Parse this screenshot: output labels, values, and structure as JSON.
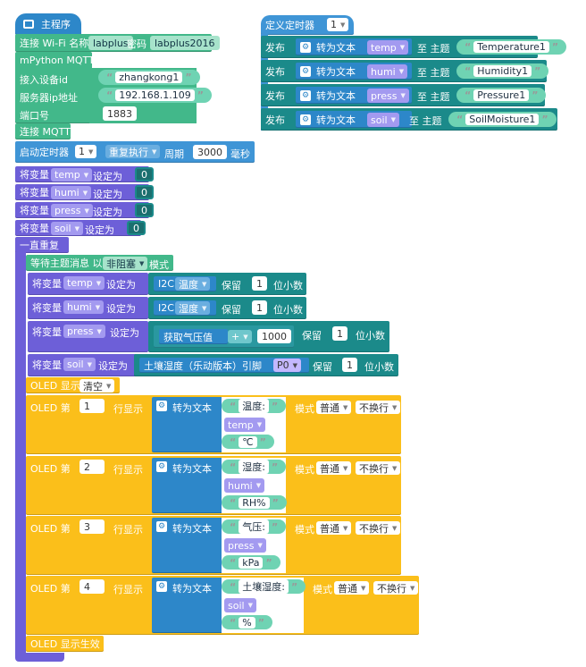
{
  "main": {
    "title": "主程序",
    "icon": "program-icon"
  },
  "wifi": {
    "label1": "连接 Wi-Fi 名称",
    "ssid": "labplus",
    "label2": "密码",
    "pwd": "labplus2016"
  },
  "mqtt": {
    "title": "mPython MQTT",
    "client_label": "接入设备id",
    "client_id": "zhangkong1",
    "server_label": "服务器ip地址",
    "server_ip": "192.168.1.109",
    "port_label": "端口号",
    "port": "1883",
    "connect": "连接 MQTT"
  },
  "timer": {
    "label": "启动定时器",
    "id": "1",
    "mode": "重复执行",
    "period_label": "周期",
    "period": "3000",
    "unit": "毫秒"
  },
  "vars": [
    {
      "set": "将变量",
      "name": "temp",
      "to": "设定为",
      "val": "0"
    },
    {
      "set": "将变量",
      "name": "humi",
      "to": "设定为",
      "val": "0"
    },
    {
      "set": "将变量",
      "name": "press",
      "to": "设定为",
      "val": "0"
    },
    {
      "set": "将变量",
      "name": "soil",
      "to": "设定为",
      "val": "0"
    }
  ],
  "loop": {
    "label": "一直重复",
    "wait": "等待主题消息 以",
    "mode": "非阻塞",
    "mode_suffix": "模式"
  },
  "reads": {
    "set": "将变量",
    "to": "设定为",
    "keep": "保留",
    "digits": "1",
    "unit": "位小数",
    "temp": "temp",
    "temp_src": "I2C",
    "temp_opt": "温度",
    "humi": "humi",
    "humi_src": "I2C",
    "humi_opt": "湿度",
    "press": "press",
    "press_fn": "获取气压值",
    "press_op": "+",
    "press_val": "1000",
    "soil": "soil",
    "soil_fn": "土壤湿度（乐动版本）引脚",
    "soil_pin": "P0"
  },
  "oled": {
    "show": "OLED 显示",
    "clear": "清空",
    "line_label": "OLED 第",
    "line_disp": "行显示",
    "totext": "转为文本",
    "mode_label": "模式",
    "mode": "普通",
    "wrap": "不换行",
    "commit": "OLED 显示生效",
    "lines": [
      {
        "n": "1",
        "label": "温度:",
        "var": "temp",
        "unit": "℃"
      },
      {
        "n": "2",
        "label": "湿度:",
        "var": "humi",
        "unit": "RH%"
      },
      {
        "n": "3",
        "label": "气压:",
        "var": "press",
        "unit": "kPa"
      },
      {
        "n": "4",
        "label": "土壤湿度:",
        "var": "soil",
        "unit": "%"
      }
    ]
  },
  "timer_def": {
    "label": "定义定时器",
    "id": "1",
    "publish": "发布",
    "totext": "转为文本",
    "to_topic": "至 主题",
    "items": [
      {
        "var": "temp",
        "topic": "Temperature1"
      },
      {
        "var": "humi",
        "topic": "Humidity1"
      },
      {
        "var": "press",
        "topic": "Pressure1"
      },
      {
        "var": "soil",
        "topic": "SoilMoisture1"
      }
    ]
  },
  "colors": {
    "green": "#42b88a",
    "purple": "#6d5fd8",
    "teal": "#1b8a8a",
    "blue": "#2d87c9",
    "yellow": "#fbbf1a"
  }
}
